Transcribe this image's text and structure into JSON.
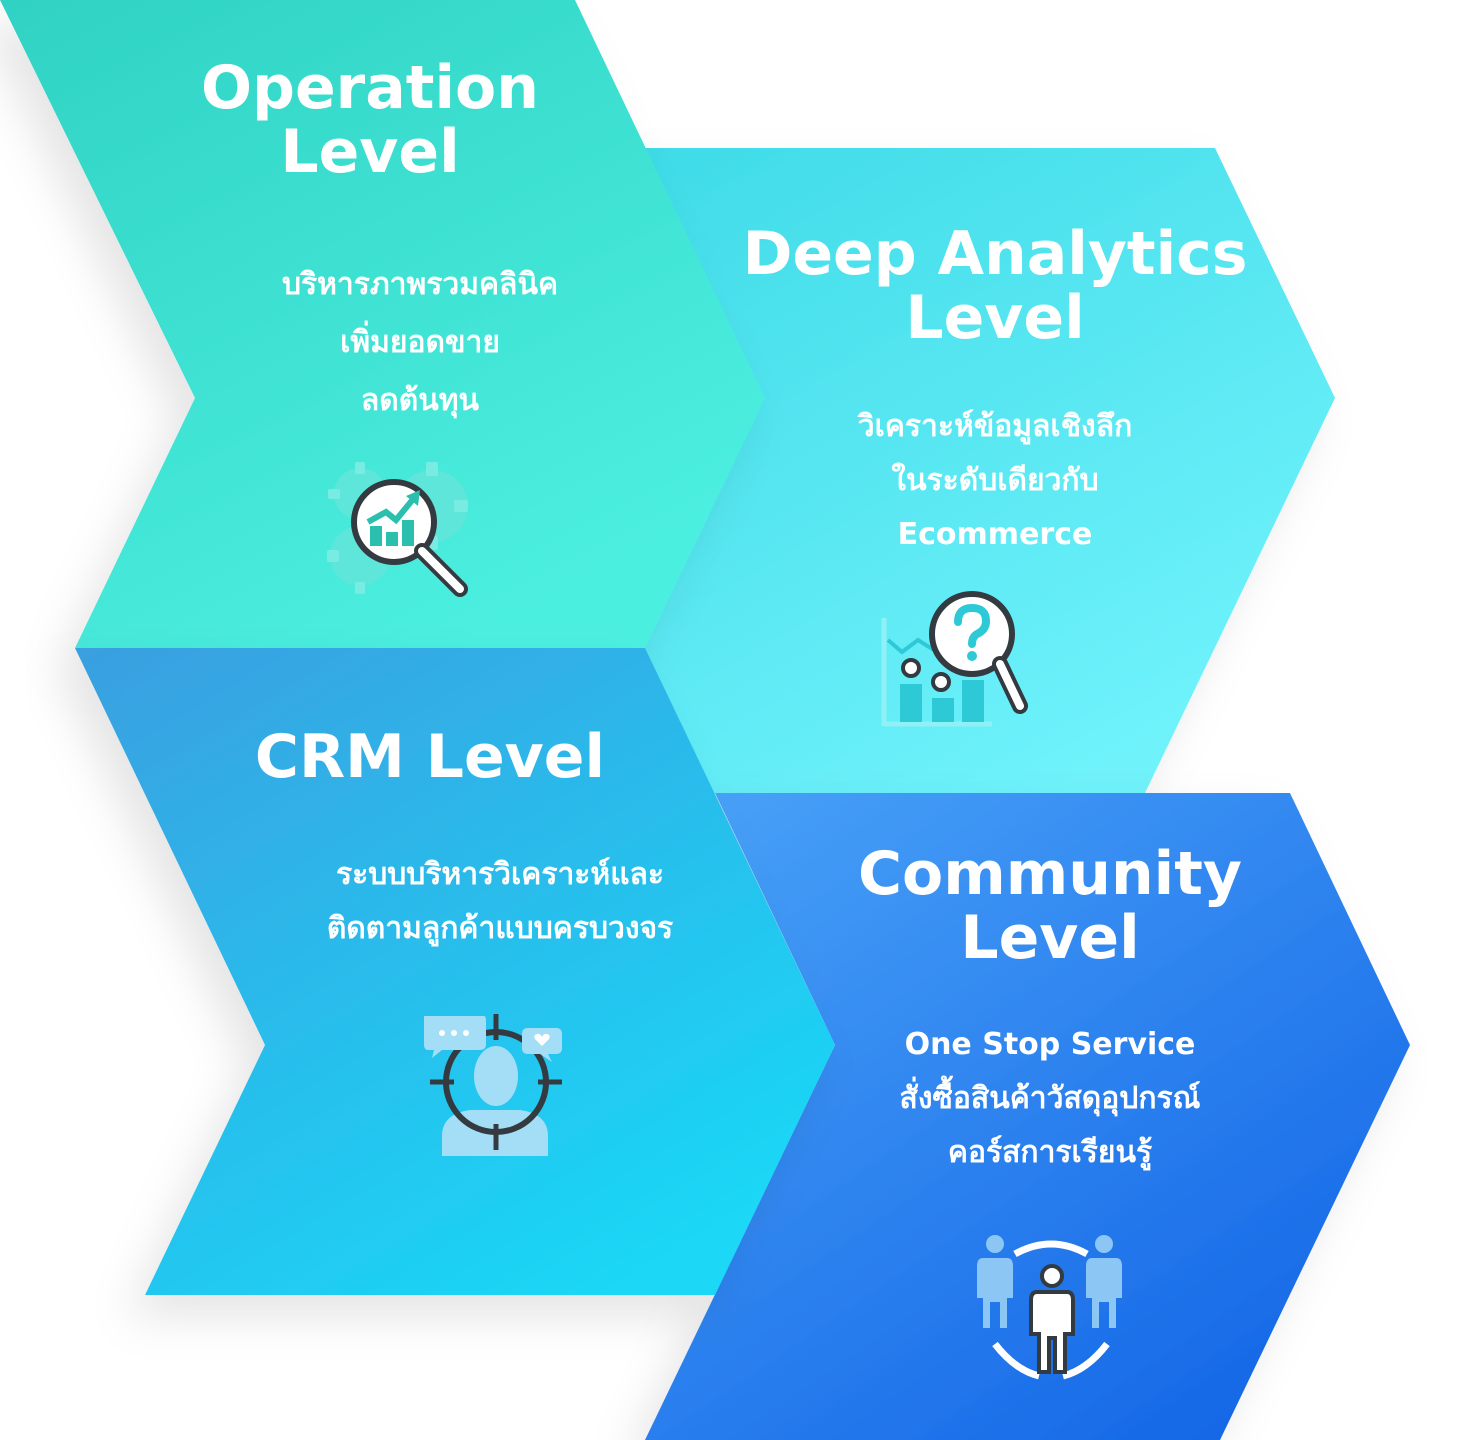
{
  "levels": [
    {
      "title": "Operation\nLevel",
      "description": "บริหารภาพรวมคลินิค\nเพิ่มยอดขาย\nลดต้นทุน",
      "icon": "gear-magnifier-chart-icon",
      "colors": [
        "#2fd2c3",
        "#4cefe0"
      ]
    },
    {
      "title": "Deep Analytics\nLevel",
      "description": "วิเคราะห์ข้อมูลเชิงลึก\nในระดับเดียวกับ\nEcommerce",
      "icon": "analytics-question-icon",
      "colors": [
        "#3fdbe8",
        "#6ff2fb"
      ]
    },
    {
      "title": "CRM Level",
      "description": "ระบบบริหารวิเคราะห์และ\nติดตามลูกค้าแบบครบวงจร",
      "icon": "customer-target-icon",
      "colors": [
        "#3a9fe0",
        "#1ad7f6"
      ]
    },
    {
      "title": "Community\nLevel",
      "description": "One Stop Service\nสั่งซื้อสินค้าวัสดุอุปกรณ์\nคอร์สการเรียนรู้",
      "icon": "community-people-icon",
      "colors": [
        "#4aa3f8",
        "#1466e6"
      ]
    }
  ]
}
